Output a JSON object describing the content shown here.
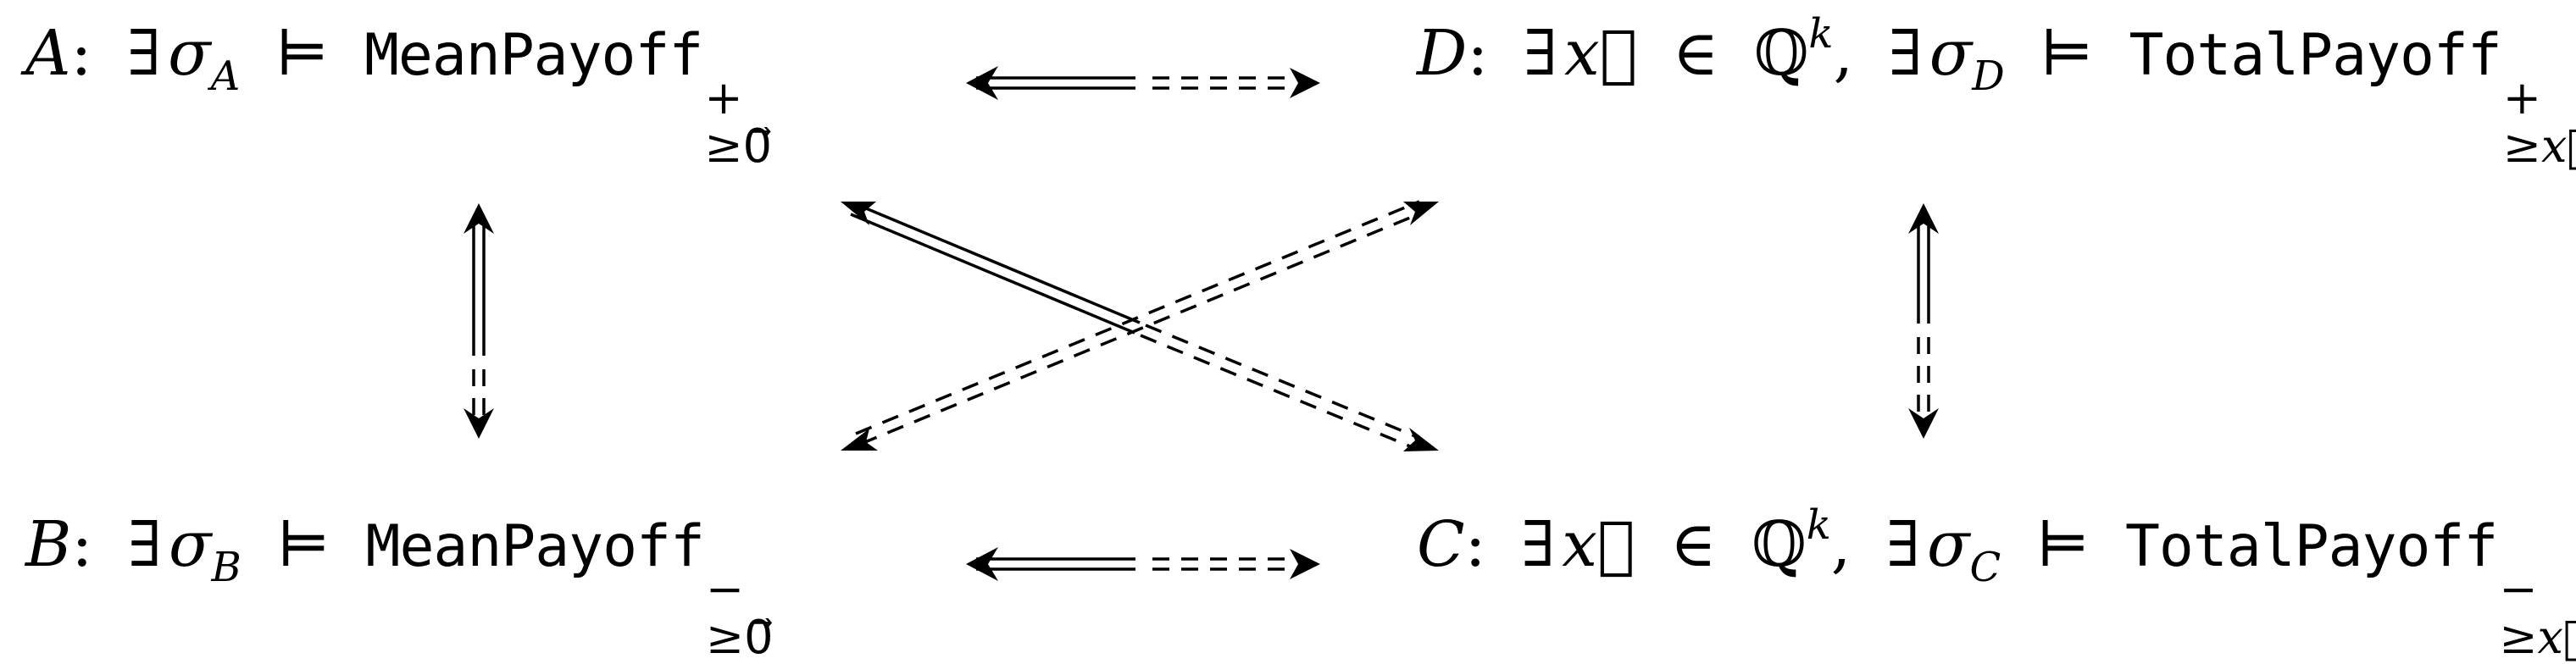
{
  "nodes": {
    "A": {
      "letter": "A",
      "colon": ":",
      "exists_symbol": "∃",
      "strategy": "σ",
      "strategy_index": "A",
      "models_symbol": "⊨",
      "objective": "MeanPayoff",
      "sign": "+",
      "threshold": "≥0⃗"
    },
    "B": {
      "letter": "B",
      "colon": ":",
      "exists_symbol": "∃",
      "strategy": "σ",
      "strategy_index": "B",
      "models_symbol": "⊨",
      "objective": "MeanPayoff",
      "sign": "−",
      "threshold": "≥0⃗"
    },
    "C": {
      "letter": "C",
      "colon": ":",
      "exists_symbol": "∃",
      "vector": "x⃗",
      "in_symbol": "∈",
      "field": "ℚ",
      "field_power": "k",
      "comma": ",",
      "strategy": "σ",
      "strategy_index": "C",
      "models_symbol": "⊨",
      "objective": "TotalPayoff",
      "sign": "−",
      "threshold": "≥x⃗"
    },
    "D": {
      "letter": "D",
      "colon": ":",
      "exists_symbol": "∃",
      "vector": "x⃗",
      "in_symbol": "∈",
      "field": "ℚ",
      "field_power": "k",
      "comma": ",",
      "strategy": "σ",
      "strategy_index": "D",
      "models_symbol": "⊨",
      "objective": "TotalPayoff",
      "sign": "+",
      "threshold": "≥x⃗"
    }
  },
  "edges": [
    {
      "name": "A-D",
      "from": "A",
      "to": "D",
      "solid_head": "A",
      "dashed_head": "D"
    },
    {
      "name": "B-C",
      "from": "B",
      "to": "C",
      "solid_head": "B",
      "dashed_head": "C"
    },
    {
      "name": "A-B",
      "from": "A",
      "to": "B",
      "solid_head": "A",
      "dashed_head": "B"
    },
    {
      "name": "D-C",
      "from": "D",
      "to": "C",
      "solid_head": "D",
      "dashed_head": "C"
    },
    {
      "name": "A-C",
      "from": "A",
      "to": "C",
      "solid_head": "A",
      "dashed_head": "C"
    },
    {
      "name": "B-D",
      "from": "B",
      "to": "D",
      "solid_head": "none",
      "dashed_head": "both"
    }
  ],
  "colors": {
    "ink": "#000000",
    "background": "#ffffff"
  }
}
